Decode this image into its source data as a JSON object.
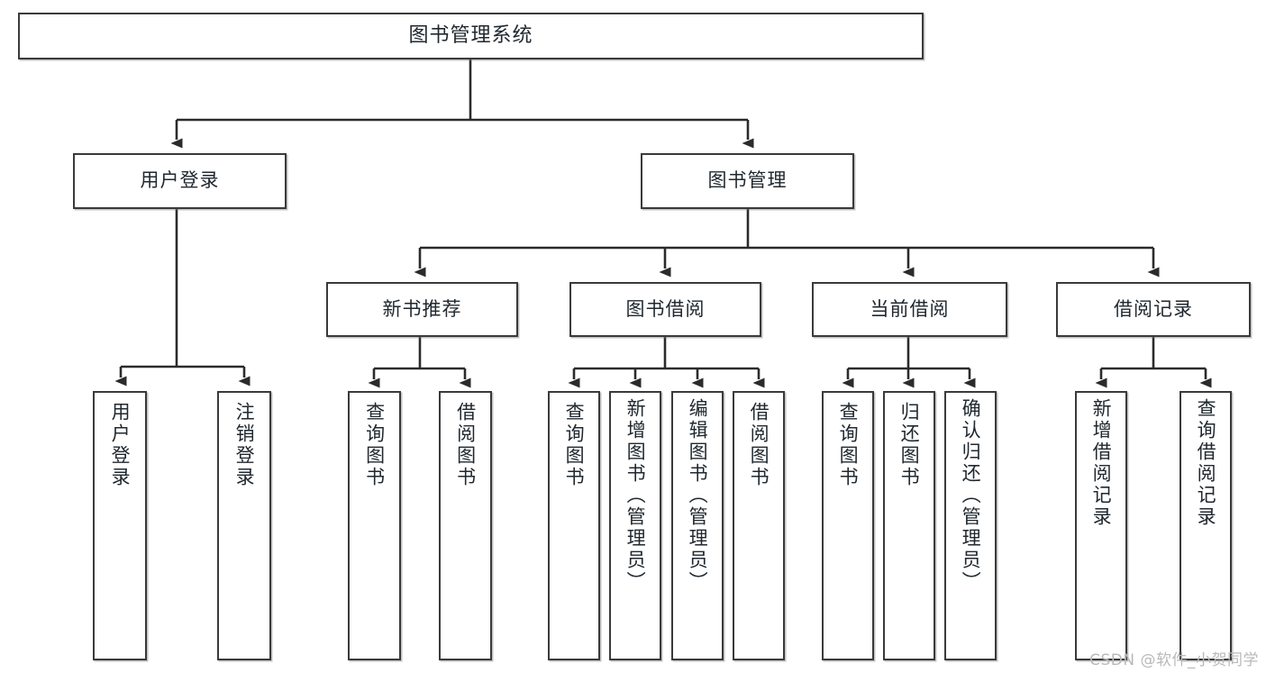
{
  "diagram": {
    "title": "图书管理系统",
    "type": "tree-hierarchy-diagram",
    "colors": {
      "box_border": "#3a3a3a",
      "box_fill": "#ffffff",
      "edge": "#2b2b2b",
      "text": "#20282f",
      "watermark": "#b9b9b9"
    },
    "root": {
      "label": "图书管理系统"
    },
    "level1": [
      {
        "id": "user-login",
        "label": "用户登录"
      },
      {
        "id": "book-manage",
        "label": "图书管理"
      }
    ],
    "level2": [
      {
        "id": "new-book-rec",
        "label": "新书推荐"
      },
      {
        "id": "book-borrow",
        "label": "图书借阅"
      },
      {
        "id": "current-borrow",
        "label": "当前借阅"
      },
      {
        "id": "borrow-record",
        "label": "借阅记录"
      }
    ],
    "leaves": {
      "user-login": [
        {
          "id": "leaf-user-login",
          "label": "用户登录"
        },
        {
          "id": "leaf-logout-login",
          "label": "注销登录"
        }
      ],
      "new-book-rec": [
        {
          "id": "leaf-query-book-1",
          "label": "查询图书"
        },
        {
          "id": "leaf-borrow-book-1",
          "label": "借阅图书"
        }
      ],
      "book-borrow": [
        {
          "id": "leaf-query-book-2",
          "label": "查询图书"
        },
        {
          "id": "leaf-add-book",
          "label": "新增图书（管理员）"
        },
        {
          "id": "leaf-edit-book",
          "label": "编辑图书（管理员）"
        },
        {
          "id": "leaf-borrow-book-2",
          "label": "借阅图书"
        }
      ],
      "current-borrow": [
        {
          "id": "leaf-query-book-3",
          "label": "查询图书"
        },
        {
          "id": "leaf-return-book",
          "label": "归还图书"
        },
        {
          "id": "leaf-confirm-return",
          "label": "确认归还（管理员）"
        }
      ],
      "borrow-record": [
        {
          "id": "leaf-add-record",
          "label": "新增借阅记录"
        },
        {
          "id": "leaf-query-record",
          "label": "查询借阅记录"
        }
      ]
    }
  },
  "watermark": {
    "text": "CSDN @软件_小贺同学"
  }
}
